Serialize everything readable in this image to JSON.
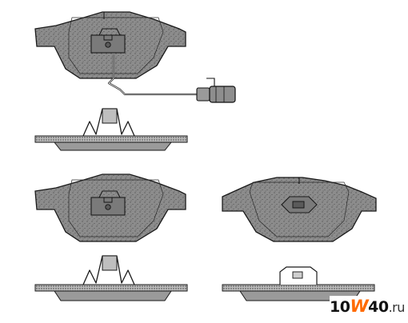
{
  "watermark": {
    "brand_prefix": "10",
    "brand_letter": "W",
    "brand_suffix": "40",
    "domain_suffix": ".ru"
  },
  "colors": {
    "pad_fill": "#8c8c8c",
    "outline": "#1a1a1a",
    "speckle": "#2a2a2a",
    "background": "#ffffff",
    "accent": "#ff6a00"
  },
  "drawings": [
    {
      "name": "brake-pad-front-view-with-wear-sensor",
      "kind": "brake-pad-face"
    },
    {
      "name": "brake-pad-side-profile-upper",
      "kind": "pad-profile"
    },
    {
      "name": "brake-pad-front-view-left",
      "kind": "brake-pad-face"
    },
    {
      "name": "brake-pad-front-view-right",
      "kind": "brake-pad-face"
    },
    {
      "name": "brake-pad-side-profile-lower-left",
      "kind": "pad-profile"
    },
    {
      "name": "brake-pad-side-profile-lower-right",
      "kind": "pad-profile"
    }
  ]
}
